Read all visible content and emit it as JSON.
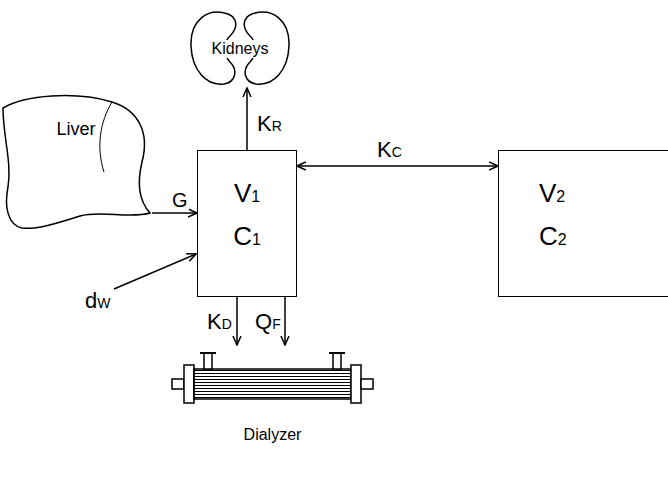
{
  "diagram": {
    "nodes": [
      {
        "text": [
          "Kidneys"
        ]
      },
      {
        "text": [
          "Liver"
        ]
      },
      {
        "text": [
          "V1",
          "C1"
        ]
      },
      {
        "text": [
          "V2",
          "C2"
        ]
      },
      {
        "text": [
          "Dialyzer"
        ]
      }
    ],
    "edges": [
      {
        "from": 1,
        "to": 2,
        "arrow": "to",
        "label": "G"
      },
      {
        "from": 2,
        "to": 0,
        "arrow": "to",
        "label": "KR"
      },
      {
        "from": 2,
        "to": 3,
        "arrow": "both",
        "label": "KC"
      },
      {
        "from": 2,
        "to": 4,
        "arrow": "to",
        "label": "KD"
      },
      {
        "from": 2,
        "to": 4,
        "arrow": "to",
        "label": "QF"
      }
    ],
    "labels": [
      "dW"
    ]
  }
}
